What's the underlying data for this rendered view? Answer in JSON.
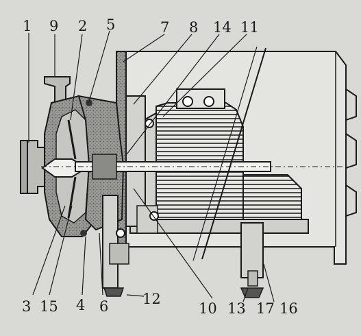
{
  "labels": {
    "l1": "1",
    "l9": "9",
    "l2": "2",
    "l5": "5",
    "l7": "7",
    "l8": "8",
    "l14": "14",
    "l11": "11",
    "l12": "12",
    "l3": "3",
    "l15": "15",
    "l4": "4",
    "l6": "6",
    "l10": "10",
    "l13": "13",
    "l17": "17",
    "l16": "16"
  },
  "colors": {
    "paper": "#d9d9d6",
    "ink": "#1a1a1a",
    "casing": "#8f8f8f",
    "section": "#b8b8b4",
    "motor": "#e4e4e1"
  }
}
